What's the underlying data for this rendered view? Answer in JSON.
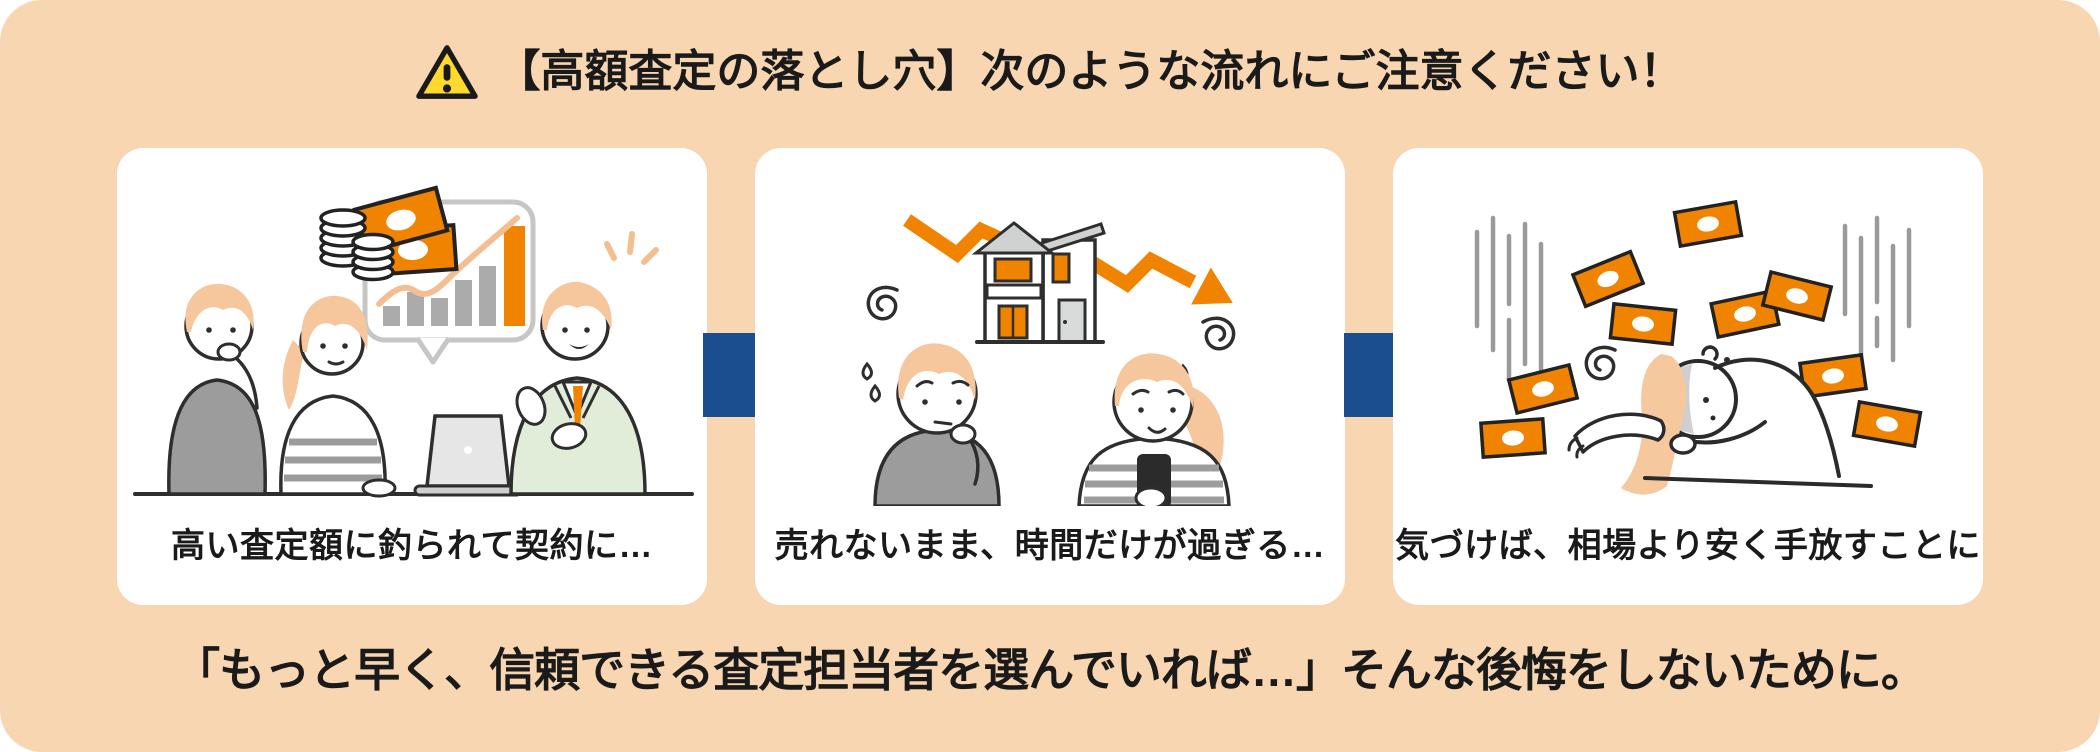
{
  "panel": {
    "background_color": "#F8D6B2",
    "card_color": "#FFFFFF",
    "arrow_color": "#1A4E8C",
    "accent_orange": "#F08300",
    "warning_yellow": "#FFD92E",
    "text_color": "#1A1A1A"
  },
  "header": {
    "warning_icon": "warning-triangle-icon",
    "title": "【高額査定の落とし穴】次のような流れにご注意ください！"
  },
  "steps": [
    {
      "caption": "高い査定額に釣られて契約に…",
      "illustration": "couple-listening-agent-presenting-rising-price-chart"
    },
    {
      "caption": "売れないまま、時間だけが過ぎる…",
      "illustration": "worried-couple-house-value-dropping"
    },
    {
      "caption": "気づけば、相場より安く手放すことに",
      "illustration": "person-slumped-money-flying-away"
    }
  ],
  "arrows": {
    "icon": "flow-arrow-right-icon"
  },
  "footer": {
    "message": "「もっと早く、信頼できる査定担当者を選んでいれば…」そんな後悔をしないために。"
  }
}
